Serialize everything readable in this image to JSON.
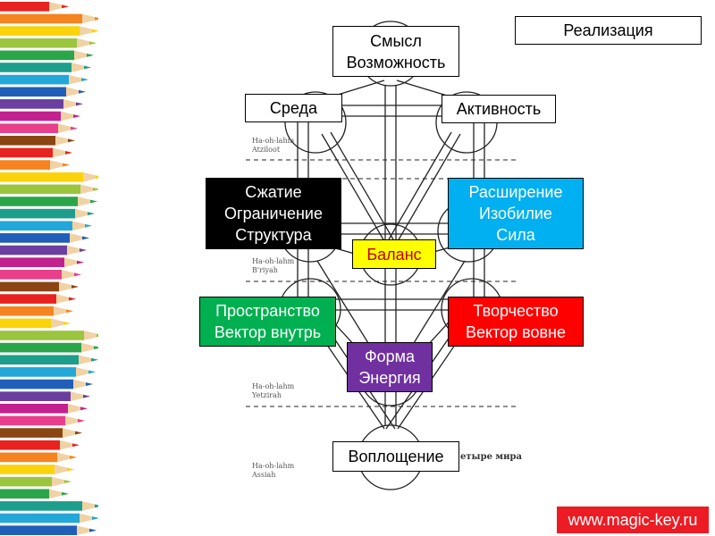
{
  "boxes": {
    "realization": "Реализация",
    "meaning": "Смысл\nВозможность",
    "environment": "Среда",
    "activity": "Активность",
    "compression": "Сжатие\nОграничение\nСтруктура",
    "expansion": "Расширение\nИзобилие\nСила",
    "balance": "Баланс",
    "space": "Пространство\nВектор внутрь",
    "creativity": "Творчество\nВектор вовне",
    "form": "Форма\nЭнергия",
    "embodiment": "Воплощение"
  },
  "diagram_labels": {
    "atziluth": "Ha-oh-lahm\nAtziloot",
    "briyah": "Ha-oh-lahm\nB'riyah",
    "yetzirah": "Ha-oh-lahm\nYetzirah",
    "assiah": "Ha-oh-lahm\nAssiah",
    "four_worlds": "етыре мира"
  },
  "footer": {
    "url": "www.magic-key.ru"
  },
  "colors": {
    "compression": "#000000",
    "expansion": "#00b0f0",
    "balance": "#ffff00",
    "balance_text": "#c00000",
    "space": "#00b050",
    "creativity": "#ff0000",
    "form": "#7030a0",
    "badge": "#ed1c24"
  },
  "pencil_colors": [
    "#e8231f",
    "#f5831f",
    "#fbd30a",
    "#9bc53d",
    "#2aa54a",
    "#1d9e8c",
    "#22a7d8",
    "#1f5fb8",
    "#6b3fa0",
    "#c2218f",
    "#e83e8c",
    "#8b4513"
  ]
}
